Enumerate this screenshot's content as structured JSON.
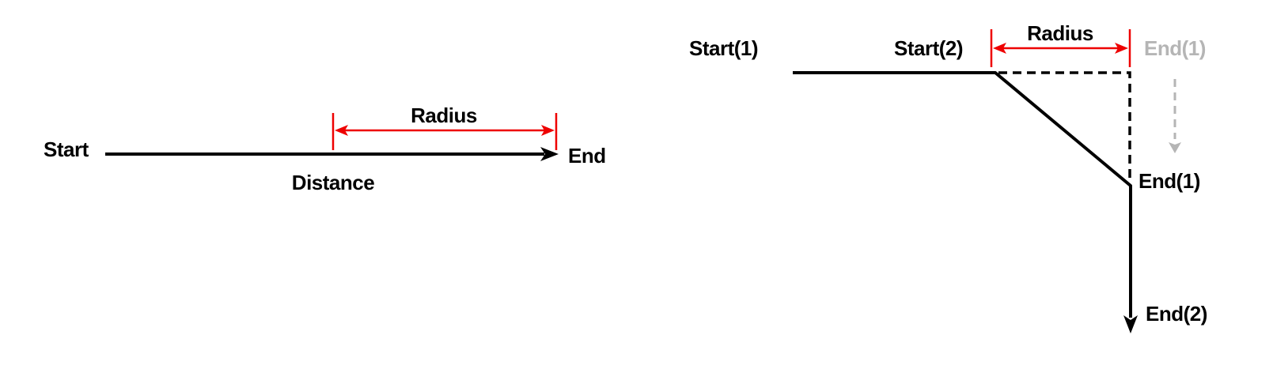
{
  "colors": {
    "black": "#000000",
    "red": "#ee0000",
    "gray": "#b5b5b5",
    "background": "#ffffff"
  },
  "left_diagram": {
    "start_label": "Start",
    "end_label": "End",
    "distance_label": "Distance",
    "radius_label": "Radius"
  },
  "right_diagram": {
    "start1_label": "Start(1)",
    "start2_label": "Start(2)",
    "end1_ghost_label": "End(1)",
    "end1_label": "End(1)",
    "end2_label": "End(2)",
    "radius_label": "Radius"
  }
}
